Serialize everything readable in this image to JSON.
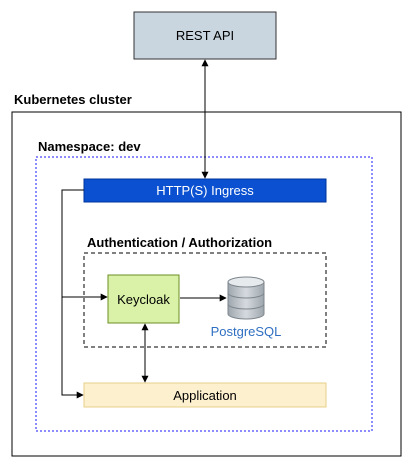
{
  "diagram": {
    "rest_api": {
      "label": "REST API",
      "fill": "#c9d6df"
    },
    "cluster": {
      "label": "Kubernetes cluster"
    },
    "namespace": {
      "label": "Namespace: dev",
      "border_color": "#1a1aff"
    },
    "ingress": {
      "label": "HTTP(S) Ingress",
      "fill": "#0a50d1",
      "text_color": "#ffffff"
    },
    "auth_group": {
      "label": "Authentication / Authorization"
    },
    "keycloak": {
      "label": "Keycloak",
      "fill": "#d9f2a8",
      "border_color": "#6b8e23"
    },
    "database": {
      "label": "PostgreSQL",
      "label_color": "#2f6fc2"
    },
    "application": {
      "label": "Application",
      "fill": "#fdf0cf",
      "border_color": "#e8cf88"
    }
  }
}
